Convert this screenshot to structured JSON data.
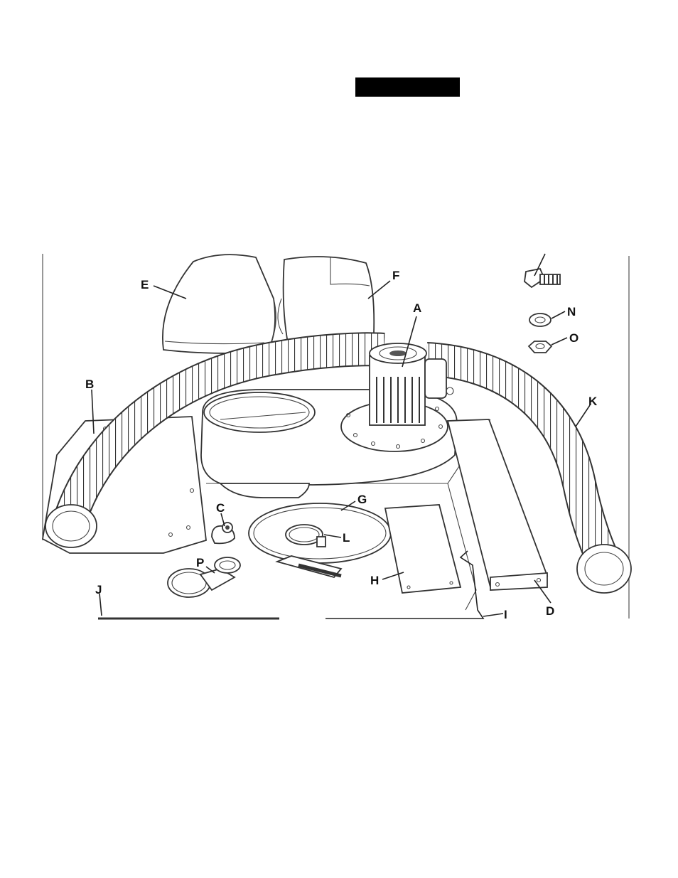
{
  "header": {
    "bar_color": "#000000"
  },
  "labels": {
    "A": "A",
    "B": "B",
    "C": "C",
    "D": "D",
    "E": "E",
    "F": "F",
    "G": "G",
    "H": "H",
    "I": "I",
    "J": "J",
    "K": "K",
    "L": "L",
    "N": "N",
    "O": "O",
    "P": "P"
  }
}
